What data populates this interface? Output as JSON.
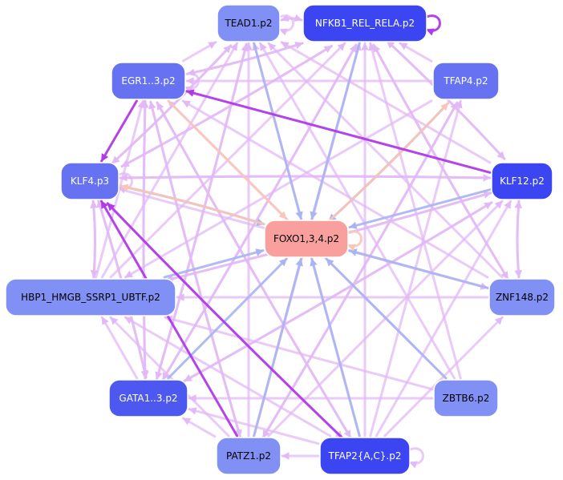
{
  "colors": {
    "background": "#ffffff",
    "edge_purple": "#b03ae8",
    "edge_lavender": "#e2b8f6",
    "edge_blue": "#a9b4f2",
    "edge_peach": "#f9c7b6",
    "text_light": "#ffffff",
    "text_dark": "#000000"
  },
  "nodes": [
    {
      "id": "TEAD1",
      "label": "TEAD1.p2",
      "fill": "#8190f5",
      "text": "#000000"
    },
    {
      "id": "NFKB1",
      "label": "NFKB1_REL_RELA.p2",
      "fill": "#3b45f1",
      "text": "#ffffff"
    },
    {
      "id": "EGR1",
      "label": "EGR1..3.p2",
      "fill": "#6672f2",
      "text": "#ffffff"
    },
    {
      "id": "TFAP4",
      "label": "TFAP4.p2",
      "fill": "#6672f2",
      "text": "#ffffff"
    },
    {
      "id": "KLF4",
      "label": "KLF4.p3",
      "fill": "#6672f2",
      "text": "#ffffff"
    },
    {
      "id": "KLF12",
      "label": "KLF12.p2",
      "fill": "#3b45f1",
      "text": "#ffffff"
    },
    {
      "id": "FOXO",
      "label": "FOXO1,3,4.p2",
      "fill": "#f9a09f",
      "text": "#000000"
    },
    {
      "id": "HBP1",
      "label": "HBP1_HMGB_SSRP1_UBTF.p2",
      "fill": "#8190f5",
      "text": "#000000"
    },
    {
      "id": "ZNF148",
      "label": "ZNF148.p2",
      "fill": "#8190f5",
      "text": "#000000"
    },
    {
      "id": "GATA1",
      "label": "GATA1..3.p2",
      "fill": "#4c58f0",
      "text": "#ffffff"
    },
    {
      "id": "ZBTB6",
      "label": "ZBTB6.p2",
      "fill": "#8190f5",
      "text": "#000000"
    },
    {
      "id": "PATZ1",
      "label": "PATZ1.p2",
      "fill": "#8190f5",
      "text": "#000000"
    },
    {
      "id": "TFAP2",
      "label": "TFAP2{A,C}.p2",
      "fill": "#3b45f1",
      "text": "#ffffff"
    }
  ],
  "edges": [
    {
      "from": "KLF12",
      "to": "EGR1",
      "color": "purple"
    },
    {
      "from": "TFAP2",
      "to": "KLF4",
      "color": "purple"
    },
    {
      "from": "EGR1",
      "to": "KLF4",
      "color": "purple"
    },
    {
      "from": "PATZ1",
      "to": "KLF4",
      "color": "purple"
    },
    {
      "from": "NFKB1",
      "to": "NFKB1",
      "color": "purple"
    },
    {
      "from": "TEAD1",
      "to": "FOXO",
      "color": "blue"
    },
    {
      "from": "NFKB1",
      "to": "FOXO",
      "color": "blue"
    },
    {
      "from": "TFAP4",
      "to": "FOXO",
      "color": "blue"
    },
    {
      "from": "KLF4",
      "to": "FOXO",
      "color": "blue"
    },
    {
      "from": "KLF12",
      "to": "FOXO",
      "color": "blue"
    },
    {
      "from": "HBP1",
      "to": "FOXO",
      "color": "blue"
    },
    {
      "from": "ZNF148",
      "to": "FOXO",
      "color": "blue"
    },
    {
      "from": "GATA1",
      "to": "FOXO",
      "color": "blue"
    },
    {
      "from": "ZBTB6",
      "to": "FOXO",
      "color": "blue"
    },
    {
      "from": "PATZ1",
      "to": "FOXO",
      "color": "blue"
    },
    {
      "from": "TFAP2",
      "to": "FOXO",
      "color": "blue"
    },
    {
      "from": "EGR1",
      "to": "FOXO",
      "color": "peach"
    },
    {
      "from": "FOXO",
      "to": "TFAP4",
      "color": "peach"
    },
    {
      "from": "FOXO",
      "to": "KLF4",
      "color": "peach"
    },
    {
      "from": "FOXO",
      "to": "FOXO",
      "color": "peach"
    },
    {
      "from": "TEAD1",
      "to": "TEAD1",
      "color": "lavender"
    },
    {
      "from": "EGR1",
      "to": "EGR1",
      "color": "lavender"
    },
    {
      "from": "KLF4",
      "to": "KLF4",
      "color": "lavender"
    },
    {
      "from": "TFAP2",
      "to": "TFAP2",
      "color": "lavender"
    },
    {
      "from": "TEAD1",
      "to": "NFKB1",
      "color": "lavender"
    },
    {
      "from": "NFKB1",
      "to": "TEAD1",
      "color": "lavender"
    },
    {
      "from": "EGR1",
      "to": "TEAD1",
      "color": "lavender"
    },
    {
      "from": "EGR1",
      "to": "NFKB1",
      "color": "lavender"
    },
    {
      "from": "TFAP4",
      "to": "NFKB1",
      "color": "lavender"
    },
    {
      "from": "KLF4",
      "to": "TEAD1",
      "color": "lavender"
    },
    {
      "from": "KLF4",
      "to": "NFKB1",
      "color": "lavender"
    },
    {
      "from": "KLF12",
      "to": "NFKB1",
      "color": "lavender"
    },
    {
      "from": "KLF12",
      "to": "TEAD1",
      "color": "lavender"
    },
    {
      "from": "HBP1",
      "to": "NFKB1",
      "color": "lavender"
    },
    {
      "from": "HBP1",
      "to": "TEAD1",
      "color": "lavender"
    },
    {
      "from": "ZNF148",
      "to": "NFKB1",
      "color": "lavender"
    },
    {
      "from": "ZNF148",
      "to": "KLF12",
      "color": "lavender"
    },
    {
      "from": "ZNF148",
      "to": "HBP1",
      "color": "lavender"
    },
    {
      "from": "ZNF148",
      "to": "EGR1",
      "color": "lavender"
    },
    {
      "from": "GATA1",
      "to": "NFKB1",
      "color": "lavender"
    },
    {
      "from": "GATA1",
      "to": "TEAD1",
      "color": "lavender"
    },
    {
      "from": "GATA1",
      "to": "KLF12",
      "color": "lavender"
    },
    {
      "from": "GATA1",
      "to": "EGR1",
      "color": "lavender"
    },
    {
      "from": "GATA1",
      "to": "HBP1",
      "color": "lavender"
    },
    {
      "from": "ZBTB6",
      "to": "HBP1",
      "color": "lavender"
    },
    {
      "from": "ZBTB6",
      "to": "EGR1",
      "color": "lavender"
    },
    {
      "from": "ZBTB6",
      "to": "NFKB1",
      "color": "lavender"
    },
    {
      "from": "ZBTB6",
      "to": "GATA1",
      "color": "lavender"
    },
    {
      "from": "PATZ1",
      "to": "NFKB1",
      "color": "lavender"
    },
    {
      "from": "PATZ1",
      "to": "TEAD1",
      "color": "lavender"
    },
    {
      "from": "PATZ1",
      "to": "EGR1",
      "color": "lavender"
    },
    {
      "from": "PATZ1",
      "to": "KLF12",
      "color": "lavender"
    },
    {
      "from": "PATZ1",
      "to": "TFAP4",
      "color": "lavender"
    },
    {
      "from": "PATZ1",
      "to": "HBP1",
      "color": "lavender"
    },
    {
      "from": "TFAP2",
      "to": "PATZ1",
      "color": "lavender"
    },
    {
      "from": "TFAP2",
      "to": "NFKB1",
      "color": "lavender"
    },
    {
      "from": "TFAP2",
      "to": "TEAD1",
      "color": "lavender"
    },
    {
      "from": "TFAP2",
      "to": "EGR1",
      "color": "lavender"
    },
    {
      "from": "TFAP2",
      "to": "HBP1",
      "color": "lavender"
    },
    {
      "from": "TFAP2",
      "to": "GATA1",
      "color": "lavender"
    },
    {
      "from": "TFAP2",
      "to": "KLF12",
      "color": "lavender"
    },
    {
      "from": "TFAP2",
      "to": "TFAP4",
      "color": "lavender"
    },
    {
      "from": "TFAP2",
      "to": "ZNF148",
      "color": "lavender"
    },
    {
      "from": "KLF4",
      "to": "KLF12",
      "color": "lavender"
    },
    {
      "from": "KLF12",
      "to": "KLF4",
      "color": "lavender"
    },
    {
      "from": "KLF4",
      "to": "HBP1",
      "color": "lavender"
    },
    {
      "from": "HBP1",
      "to": "KLF4",
      "color": "lavender"
    },
    {
      "from": "KLF4",
      "to": "GATA1",
      "color": "lavender"
    },
    {
      "from": "EGR1",
      "to": "GATA1",
      "color": "lavender"
    },
    {
      "from": "EGR1",
      "to": "PATZ1",
      "color": "lavender"
    },
    {
      "from": "EGR1",
      "to": "TFAP2",
      "color": "lavender"
    },
    {
      "from": "NFKB1",
      "to": "KLF4",
      "color": "lavender"
    },
    {
      "from": "NFKB1",
      "to": "EGR1",
      "color": "lavender"
    },
    {
      "from": "NFKB1",
      "to": "KLF12",
      "color": "lavender"
    },
    {
      "from": "NFKB1",
      "to": "ZNF148",
      "color": "lavender"
    },
    {
      "from": "NFKB1",
      "to": "GATA1",
      "color": "lavender"
    },
    {
      "from": "TEAD1",
      "to": "GATA1",
      "color": "lavender"
    },
    {
      "from": "TEAD1",
      "to": "KLF4",
      "color": "lavender"
    },
    {
      "from": "TFAP4",
      "to": "EGR1",
      "color": "lavender"
    },
    {
      "from": "TFAP4",
      "to": "HBP1",
      "color": "lavender"
    },
    {
      "from": "TFAP4",
      "to": "PATZ1",
      "color": "lavender"
    },
    {
      "from": "KLF12",
      "to": "HBP1",
      "color": "lavender"
    },
    {
      "from": "KLF12",
      "to": "GATA1",
      "color": "lavender"
    },
    {
      "from": "KLF4",
      "to": "TFAP2",
      "color": "lavender"
    },
    {
      "from": "KLF4",
      "to": "ZNF148",
      "color": "lavender"
    },
    {
      "from": "HBP1",
      "to": "KLF12",
      "color": "lavender"
    },
    {
      "from": "GATA1",
      "to": "KLF4",
      "color": "lavender"
    },
    {
      "from": "PATZ1",
      "to": "GATA1",
      "color": "lavender"
    },
    {
      "from": "ZNF148",
      "to": "TEAD1",
      "color": "lavender"
    },
    {
      "from": "ZBTB6",
      "to": "TEAD1",
      "color": "lavender"
    },
    {
      "from": "HBP1",
      "to": "EGR1",
      "color": "lavender"
    },
    {
      "from": "KLF12",
      "to": "ZNF148",
      "color": "lavender"
    }
  ]
}
